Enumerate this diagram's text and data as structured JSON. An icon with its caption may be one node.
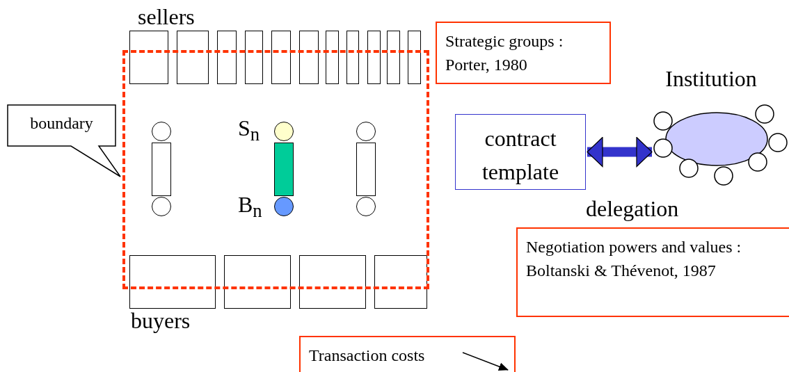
{
  "diagram": {
    "nodes": [
      {
        "text": [],
        "shape": "box"
      },
      {
        "text": [],
        "shape": "box"
      },
      {
        "text": [],
        "shape": "box"
      },
      {
        "text": [],
        "shape": "box"
      },
      {
        "text": [],
        "shape": "box"
      },
      {
        "text": [],
        "shape": "box"
      },
      {
        "text": [],
        "shape": "box"
      },
      {
        "text": [],
        "shape": "box"
      },
      {
        "text": [],
        "shape": "box"
      },
      {
        "text": [],
        "shape": "box"
      },
      {
        "text": [],
        "shape": "box"
      },
      {
        "text": [
          "Strategic groups : Porter, 1980"
        ]
      },
      {
        "text": [
          "Institution"
        ]
      },
      {
        "text": [
          "boundary"
        ]
      },
      {
        "text": [],
        "shape": "box"
      },
      {
        "text": [],
        "shape": "circle",
        "in": 14
      },
      {
        "text": [],
        "shape": "bar",
        "in": 14
      },
      {
        "text": [],
        "shape": "circle",
        "in": 14
      },
      {
        "text": [],
        "shape": "circle",
        "in": 14
      },
      {
        "text": [],
        "shape": "bar",
        "in": 14
      },
      {
        "text": [],
        "shape": "circle",
        "in": 14
      },
      {
        "text": [],
        "shape": "circle",
        "in": 14
      },
      {
        "text": [],
        "shape": "bar",
        "in": 14
      },
      {
        "text": [],
        "shape": "circle",
        "in": 14
      },
      {
        "text": [
          "contract template"
        ]
      },
      {
        "text": [],
        "shape": "box"
      },
      {
        "text": [],
        "shape": "box"
      },
      {
        "text": [],
        "shape": "box"
      },
      {
        "text": [],
        "shape": "box"
      },
      {
        "text": [
          "Negotiation powers and values : Boltanski & Thévenot, 1987"
        ]
      },
      {
        "text": [
          "Transaction costs"
        ]
      }
    ],
    "edges": [
      {
        "from": 24,
        "to": 12,
        "arrow": "both"
      }
    ],
    "labels": [
      "sellers",
      "S$_{n}$",
      "B$_{n}$",
      "delegation",
      "buyers"
    ]
  }
}
